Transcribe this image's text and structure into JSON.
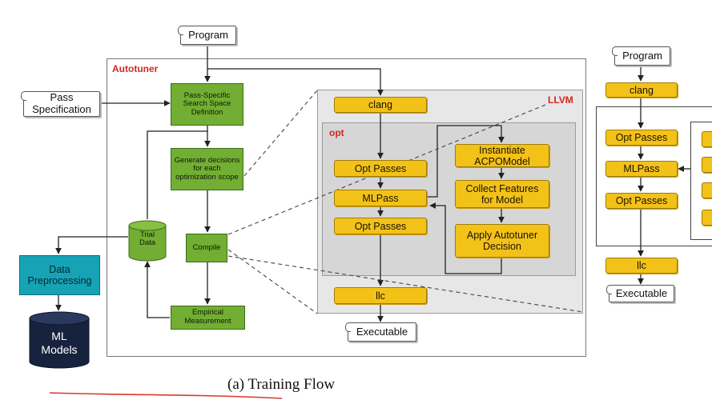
{
  "diagram": {
    "labels": {
      "program": "Program",
      "pass_specification": "Pass\nSpecification",
      "autotuner": "Autotuner",
      "llvm": "LLVM",
      "opt": "opt",
      "pass_specific": "Pass-Specific\nSearch Space\nDefinition",
      "generate_decisions": "Generate decisions\nfor each\noptimization scope",
      "compile": "Compile",
      "empirical_measurement": "Empirical\nMeasurement",
      "trial_data": "Trial\nData",
      "data_preprocessing": "Data\nPreprocessing",
      "ml_models": "ML\nModels",
      "clang": "clang",
      "opt_passes_1": "Opt Passes",
      "mlpass": "MLPass",
      "opt_passes_2": "Opt Passes",
      "llc": "llc",
      "executable": "Executable",
      "instantiate": "Instantiate\nACPOModel",
      "collect_features": "Collect Features\nfor Model",
      "apply_decision": "Apply Autotuner\nDecision"
    },
    "right_flow": {
      "program": "Program",
      "clang": "clang",
      "opt_passes_1": "Opt Passes",
      "mlpass": "MLPass",
      "opt_passes_2": "Opt Passes",
      "llc": "llc",
      "executable": "Executable"
    },
    "caption": "(a) Training Flow",
    "colors": {
      "green": "#72ae33",
      "yellow": "#f3c219",
      "teal": "#16a3b5",
      "navy": "#17233e",
      "red_label": "#d7261e",
      "underline": "#d93a2b"
    }
  }
}
